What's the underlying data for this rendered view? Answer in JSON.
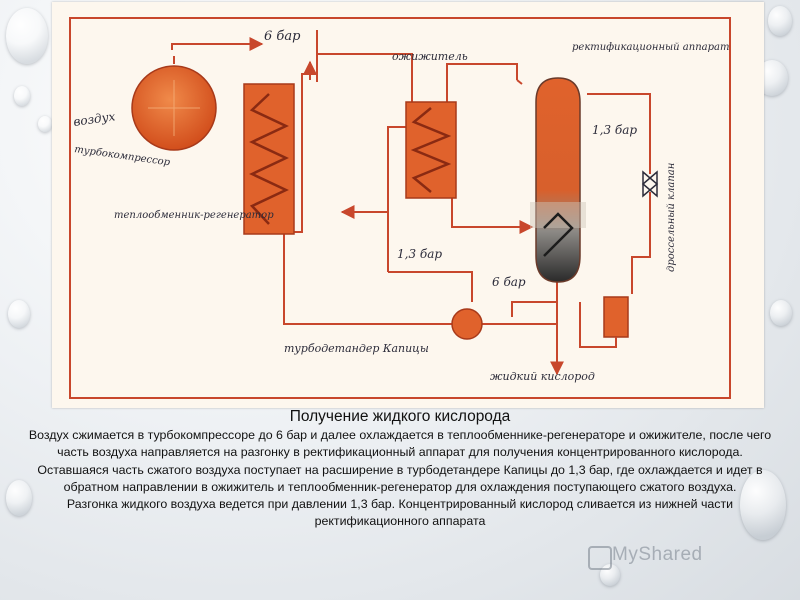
{
  "labels": {
    "air": "воздух",
    "turbocompressor": "турбокомпрессор",
    "pressure_6bar_top": "6 бар",
    "heat_exchanger": "теплообменник-регенератор",
    "liquefier": "ожижитель",
    "rectification": "ректификационный аппарат",
    "pressure_13bar_column": "1,3 бар",
    "throttle_valve": "дроссельный клапан",
    "pressure_13bar_mid": "1,3 бар",
    "pressure_6bar_bottom": "6 бар",
    "turboexpander": "турбодетандер Капицы",
    "liquid_oxygen": "жидкий кислород"
  },
  "caption": {
    "title": "Получение жидкого кислорода",
    "paragraphs": [
      "Воздух сжимается в турбокомпрессоре до 6 бар и далее охлаждается в теплообменнике-регенераторе и ожижителе, после чего часть воздуха направляется на разгонку в ректификационный аппарат для получения концентрированного кислорода.",
      "Оставшаяся часть сжатого воздуха поступает на расширение в турбодетандере Капицы до 1,3 бар, где охлаждается и идет в обратном направлении в ожижитель и теплообменник-регенератор для охлаждения поступающего сжатого воздуха.",
      "Разгонка жидкого воздуха ведется при давлении 1,3 бар. Концентрированный кислород сливается из нижней части ректификационного аппарата"
    ]
  },
  "watermark": "MyShared",
  "colors": {
    "pipe": "#c8472c",
    "frame": "#c8472c",
    "vessel": "#e0622c",
    "coil": "#8a2a12",
    "ink": "#2c2c3a"
  }
}
